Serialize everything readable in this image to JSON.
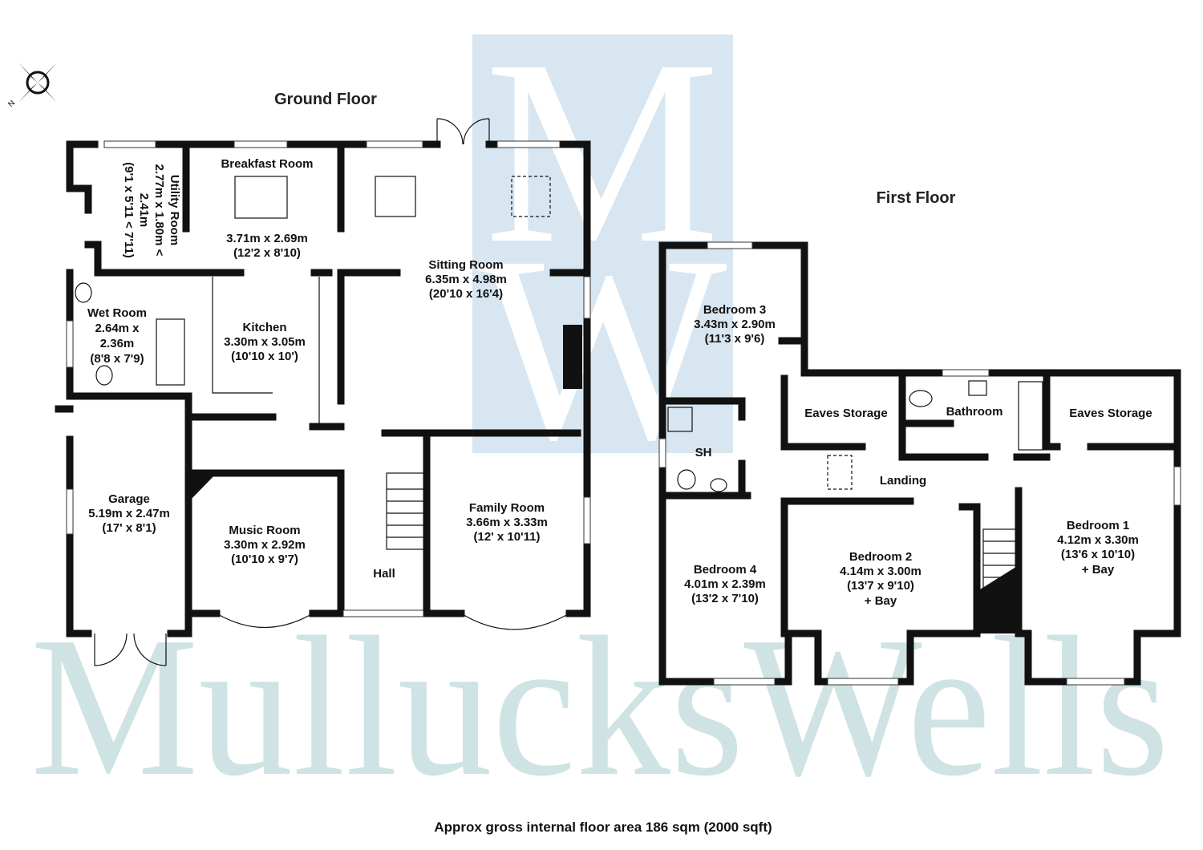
{
  "floors": {
    "ground": "Ground Floor",
    "first": "First Floor"
  },
  "watermark": {
    "text": "MullucksWells",
    "monogram_top": "M",
    "monogram_bottom": "W"
  },
  "compass_letter": "N",
  "footer": "Approx gross internal floor area 186 sqm (2000 sqft)",
  "rooms": {
    "utility": {
      "name": "Utility Room",
      "line1": "2.77m x 1.80m <",
      "line2": "2.41m",
      "line3": "(9'1 x 5'11 < 7'11)"
    },
    "breakfast": {
      "name": "Breakfast Room",
      "line1": "3.71m x 2.69m",
      "line2": "(12'2 x 8'10)"
    },
    "sitting": {
      "name": "Sitting Room",
      "line1": "6.35m x 4.98m",
      "line2": "(20'10 x 16'4)"
    },
    "wet": {
      "name": "Wet Room",
      "line1": "2.64m x",
      "line2": "2.36m",
      "line3": "(8'8 x 7'9)"
    },
    "kitchen": {
      "name": "Kitchen",
      "line1": "3.30m x 3.05m",
      "line2": "(10'10 x 10')"
    },
    "garage": {
      "name": "Garage",
      "line1": "5.19m x 2.47m",
      "line2": "(17' x 8'1)"
    },
    "music": {
      "name": "Music Room",
      "line1": "3.30m x 2.92m",
      "line2": "(10'10 x 9'7)"
    },
    "family": {
      "name": "Family Room",
      "line1": "3.66m x 3.33m",
      "line2": "(12' x 10'11)"
    },
    "hall": {
      "name": "Hall"
    },
    "bedroom3": {
      "name": "Bedroom 3",
      "line1": "3.43m x 2.90m",
      "line2": "(11'3 x 9'6)"
    },
    "eaves_left": {
      "name": "Eaves Storage"
    },
    "bathroom": {
      "name": "Bathroom"
    },
    "eaves_right": {
      "name": "Eaves Storage"
    },
    "sh": {
      "name": "SH"
    },
    "landing": {
      "name": "Landing"
    },
    "bedroom1": {
      "name": "Bedroom 1",
      "line1": "4.12m x 3.30m",
      "line2": "(13'6 x 10'10)",
      "line3": "+ Bay"
    },
    "bedroom4": {
      "name": "Bedroom 4",
      "line1": "4.01m x 2.39m",
      "line2": "(13'2 x 7'10)"
    },
    "bedroom2": {
      "name": "Bedroom 2",
      "line1": "4.14m x 3.00m",
      "line2": "(13'7 x 9'10)",
      "line3": "+ Bay"
    }
  },
  "colors": {
    "wall": "#111111",
    "watermark_text": "#cfe3e4",
    "watermark_block": "#d7e6f0"
  }
}
